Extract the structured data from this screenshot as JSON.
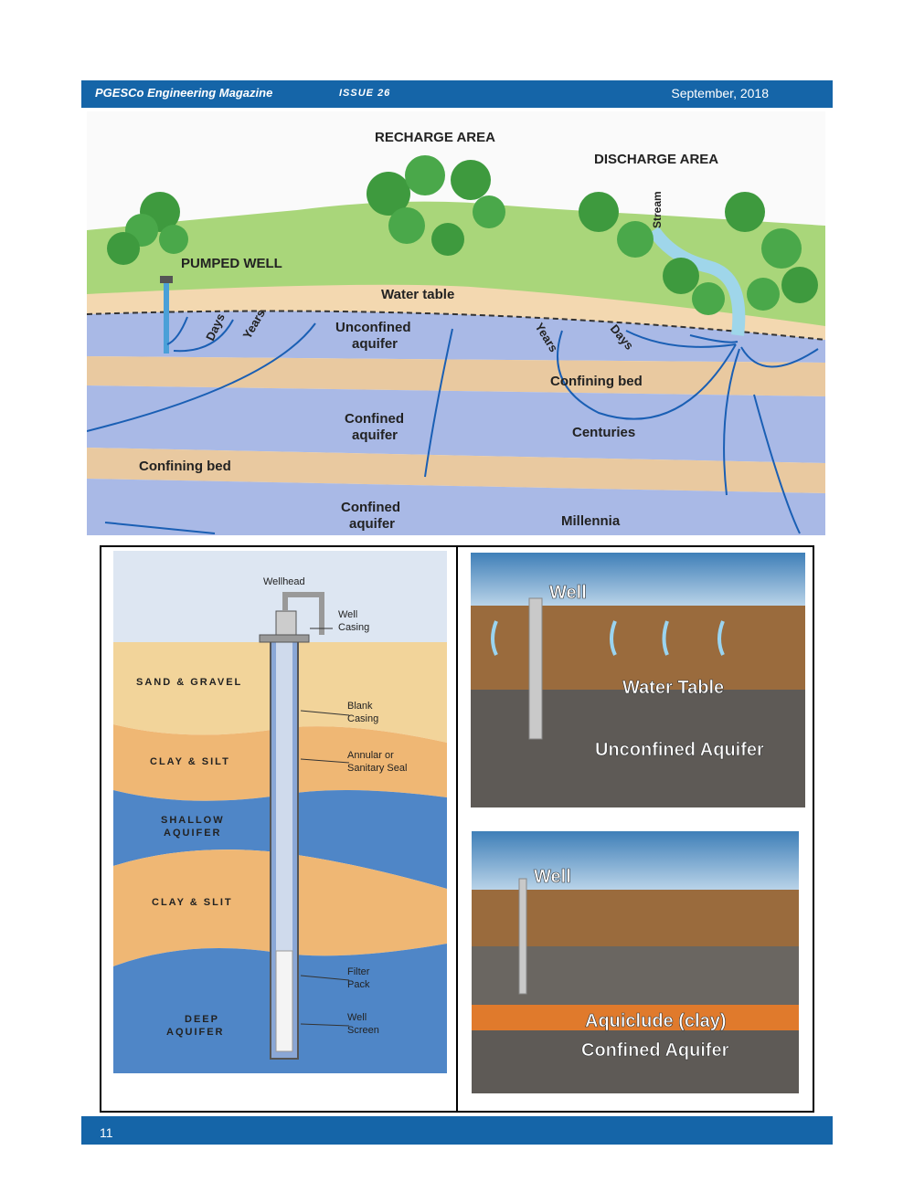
{
  "header": {
    "magazine": "PGESCo Engineering Magazine",
    "issue": "ISSUE 26",
    "date": "September, 2018"
  },
  "footer": {
    "page_number": "11"
  },
  "fig1": {
    "recharge_area": "RECHARGE AREA",
    "discharge_area": "DISCHARGE AREA",
    "pumped_well": "PUMPED WELL",
    "stream": "Stream",
    "water_table": "Water table",
    "days_left": "Days",
    "years_left": "Years",
    "unconfined_1": "Unconfined",
    "unconfined_2": "aquifer",
    "years_right": "Years",
    "days_right": "Days",
    "confining_bed_1": "Confining bed",
    "confined_1a": "Confined",
    "confined_1b": "aquifer",
    "centuries": "Centuries",
    "confining_bed_2": "Confining bed",
    "confined_2a": "Confined",
    "confined_2b": "aquifer",
    "millennia": "Millennia"
  },
  "fig2": {
    "wellhead": "Wellhead",
    "well_casing_1": "Well",
    "well_casing_2": "Casing",
    "sand_gravel": "SAND & GRAVEL",
    "blank_casing_1": "Blank",
    "blank_casing_2": "Casing",
    "clay_silt": "CLAY & SILT",
    "annular_1": "Annular or",
    "annular_2": "Sanitary Seal",
    "shallow_1": "SHALLOW",
    "shallow_2": "AQUIFER",
    "clay_slit": "CLAY & SLIT",
    "filter_1": "Filter",
    "filter_2": "Pack",
    "deep_1": "DEEP",
    "deep_2": "AQUIFER",
    "screen_1": "Well",
    "screen_2": "Screen"
  },
  "fig3": {
    "well": "Well",
    "water_table": "Water Table",
    "unconfined": "Unconfined Aquifer"
  },
  "fig4": {
    "well": "Well",
    "aquiclude": "Aquiclude (clay)",
    "confined": "Confined Aquifer"
  }
}
